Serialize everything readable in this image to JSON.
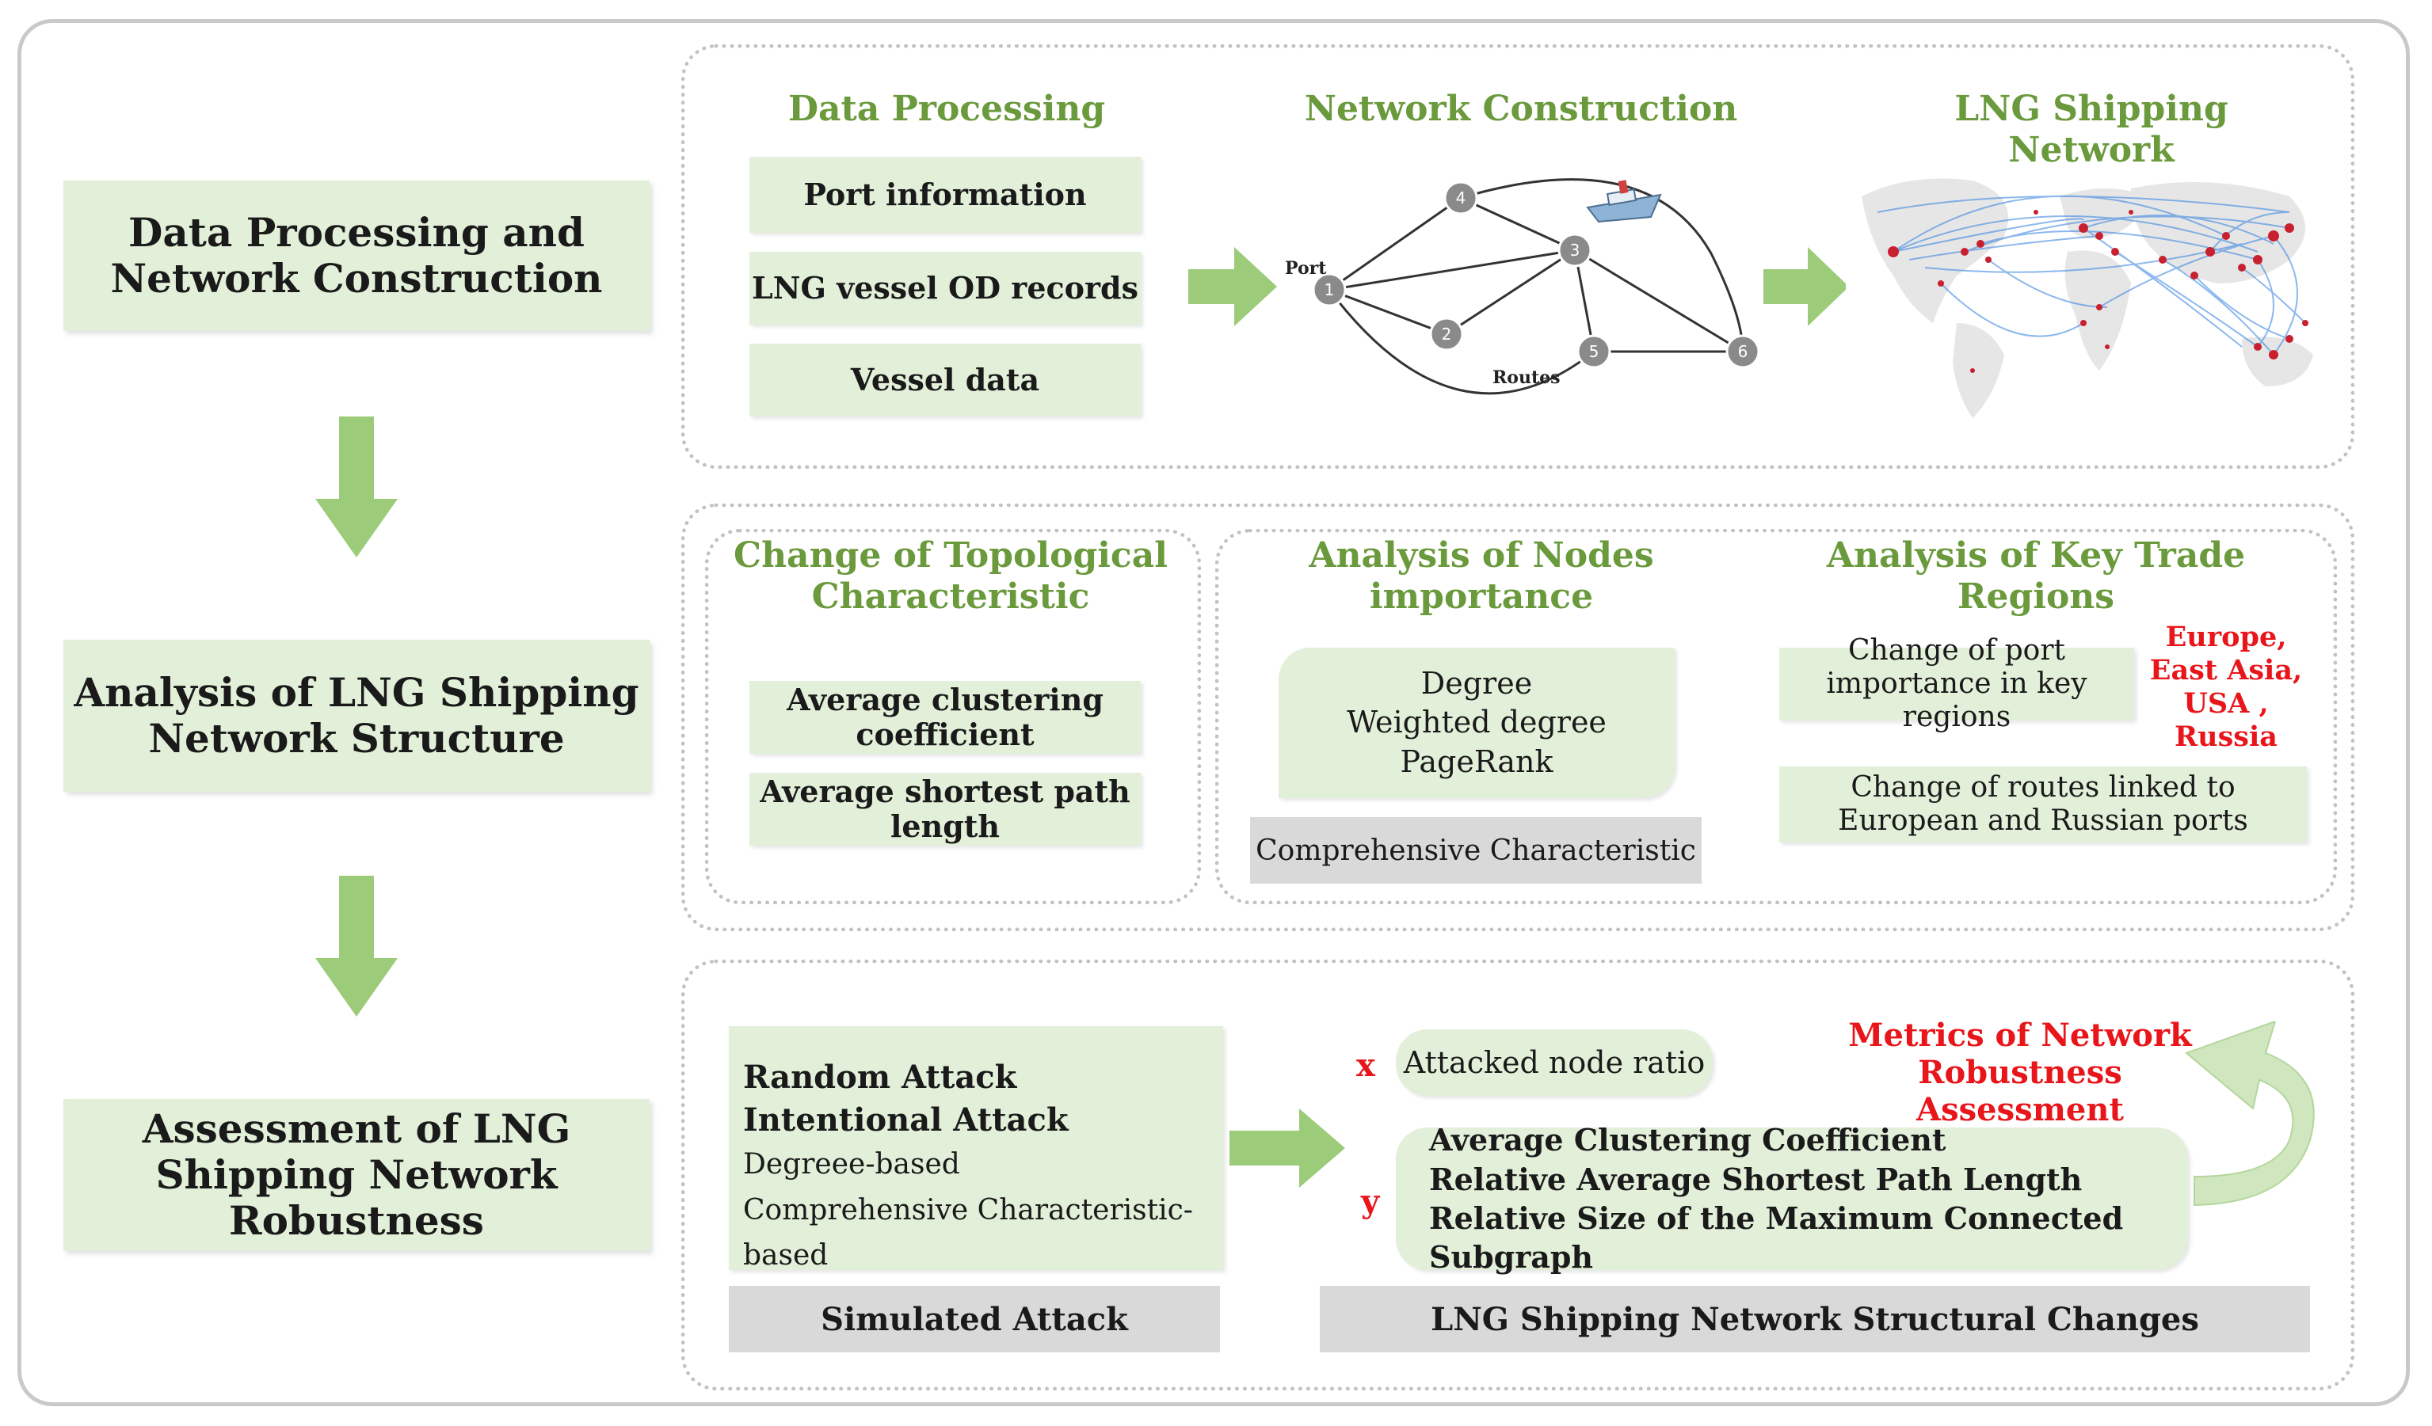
{
  "stages": [
    "Data Processing and Network Construction",
    "Analysis of  LNG Shipping Network Structure",
    "Assessment of  LNG Shipping Network Robustness"
  ],
  "row1": {
    "data_processing": {
      "title": "Data Processing",
      "items": [
        "Port information",
        "LNG vessel OD records",
        "Vessel data"
      ]
    },
    "network_construction": {
      "title": "Network Construction",
      "port_label": "Port",
      "routes_label": "Routes",
      "node_labels": [
        "1",
        "2",
        "3",
        "4",
        "5",
        "6"
      ]
    },
    "shipping_network": {
      "title": "LNG Shipping Network"
    }
  },
  "row2": {
    "topological": {
      "title": "Change of Topological Characteristic",
      "items": [
        "Average clustering coefficient",
        "Average shortest path length"
      ]
    },
    "nodes": {
      "title": "Analysis of Nodes importance",
      "items": [
        "Degree",
        "Weighted degree",
        "PageRank"
      ],
      "footer": "Comprehensive Characteristic"
    },
    "regions": {
      "title": "Analysis of Key Trade Regions",
      "port_importance": "Change of  port importance in key regions",
      "regions_list": [
        "Europe,",
        "East Asia,",
        "USA ,",
        "Russia"
      ],
      "routes": "Change of routes linked to European and Russian ports"
    }
  },
  "row3": {
    "attack": {
      "items": [
        "Random Attack",
        "Intentional Attack",
        "Degreee-based",
        "Comprehensive Characteristic-based"
      ],
      "footer": "Simulated Attack"
    },
    "metrics": {
      "x_label": "x",
      "x_text": "Attacked node ratio",
      "y_label": "y",
      "y_items": [
        "Average Clustering Coefficient",
        "Relative Average Shortest Path Length",
        "Relative Size of the Maximum Connected Subgraph"
      ],
      "title": "Metrics of Network Robustness Assessment",
      "footer": "LNG Shipping Network  Structural Changes"
    }
  },
  "colors": {
    "green_fill": "#e2efd9",
    "arrow_green": "#9ccc7a",
    "title_green": "#6a9a3c",
    "red": "#e8161b",
    "gray_fill": "#d9d9d9",
    "route_blue": "#2f7fe0",
    "port_red": "#c8202f"
  }
}
